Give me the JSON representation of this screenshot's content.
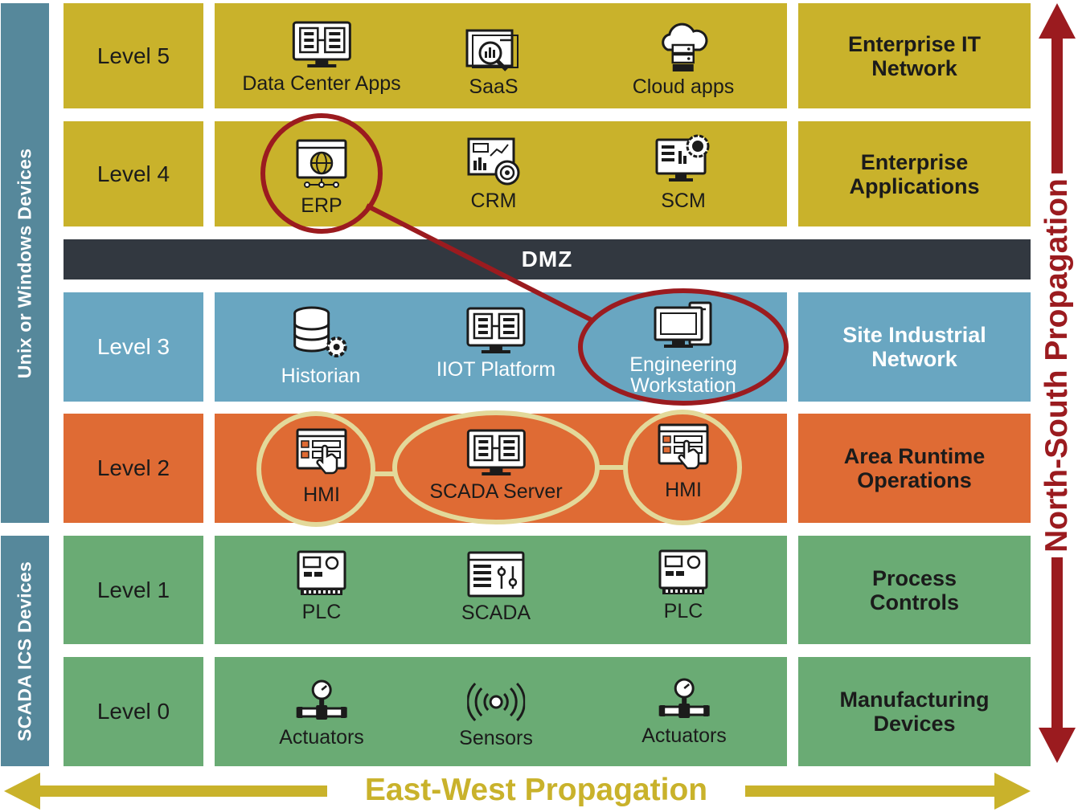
{
  "side_labels": {
    "upper": "Unix or Windows Devices",
    "lower": "SCADA ICS Devices"
  },
  "dmz": "DMZ",
  "levels": {
    "l5": {
      "level": "Level 5",
      "description": "Enterprise IT Network",
      "items": [
        "Data Center Apps",
        "SaaS",
        "Cloud apps"
      ]
    },
    "l4": {
      "level": "Level 4",
      "description": "Enterprise Applications",
      "items": [
        "ERP",
        "CRM",
        "SCM"
      ]
    },
    "l3": {
      "level": "Level 3",
      "description": "Site Industrial Network",
      "items": [
        "Historian",
        "IIOT Platform",
        "Engineering Workstation"
      ]
    },
    "l2": {
      "level": "Level 2",
      "description": "Area Runtime Operations",
      "items": [
        "HMI",
        "SCADA Server",
        "HMI"
      ]
    },
    "l1": {
      "level": "Level 1",
      "description": "Process Controls",
      "items": [
        "PLC",
        "SCADA",
        "PLC"
      ]
    },
    "l0": {
      "level": "Level 0",
      "description": "Manufacturing Devices",
      "items": [
        "Actuators",
        "Sensors",
        "Actuators"
      ]
    }
  },
  "arrows": {
    "east_west": "East-West Propagation",
    "north_south": "North-South Propagation"
  },
  "icons": {
    "data_center_apps": "monitor-diagram-icon",
    "saas": "analytics-search-icon",
    "cloud_apps": "cloud-server-icon",
    "erp": "globe-browser-icon",
    "crm": "dashboard-target-icon",
    "scm": "monitor-gear-icon",
    "historian": "database-gear-icon",
    "iiot_platform": "monitor-diagram-icon",
    "engineering_workstation": "workstation-icon",
    "hmi": "touch-panel-icon",
    "scada_server": "monitor-diagram-icon",
    "plc": "plc-icon",
    "scada": "control-panel-icon",
    "actuators": "valve-gauge-icon",
    "sensors": "wireless-sensor-icon"
  },
  "colors": {
    "level5_4": "#c9b22b",
    "level3": "#69a6c1",
    "level2": "#df6b34",
    "level1_0": "#6aab74",
    "dmz": "#323840",
    "side": "#56889b",
    "attack_path": "#9b1b1f",
    "hmi_highlight": "#e3d99a",
    "east_west_arrow": "#c9b22b",
    "north_south_arrow": "#9b1b1f"
  }
}
